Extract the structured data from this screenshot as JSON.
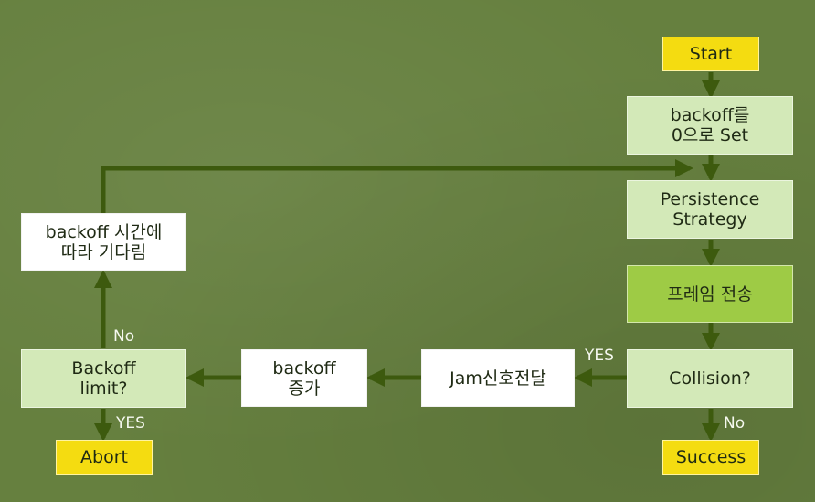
{
  "nodes": {
    "start": "Start",
    "set_backoff": [
      "backoff를",
      "0으로 Set"
    ],
    "persistence": [
      "Persistence",
      "Strategy"
    ],
    "send_frame": "프레임 전송",
    "collision": "Collision?",
    "success": "Success",
    "jam": "Jam신호전달",
    "backoff_increase": [
      "backoff",
      "증가"
    ],
    "backoff_limit": [
      "Backoff",
      "limit?"
    ],
    "abort": "Abort",
    "wait_backoff": [
      "backoff 시간에",
      "따라 기다림"
    ]
  },
  "edge_labels": {
    "collision_yes": "YES",
    "collision_no": "No",
    "limit_yes": "YES",
    "limit_no": "No"
  },
  "colors": {
    "background": "#66803f",
    "arrow": "#3d5a0e",
    "terminal_fill": "#f4dc11",
    "process_fill": "#d3e9b8",
    "highlight_fill": "#9ecb45",
    "side_fill": "#ffffff"
  }
}
